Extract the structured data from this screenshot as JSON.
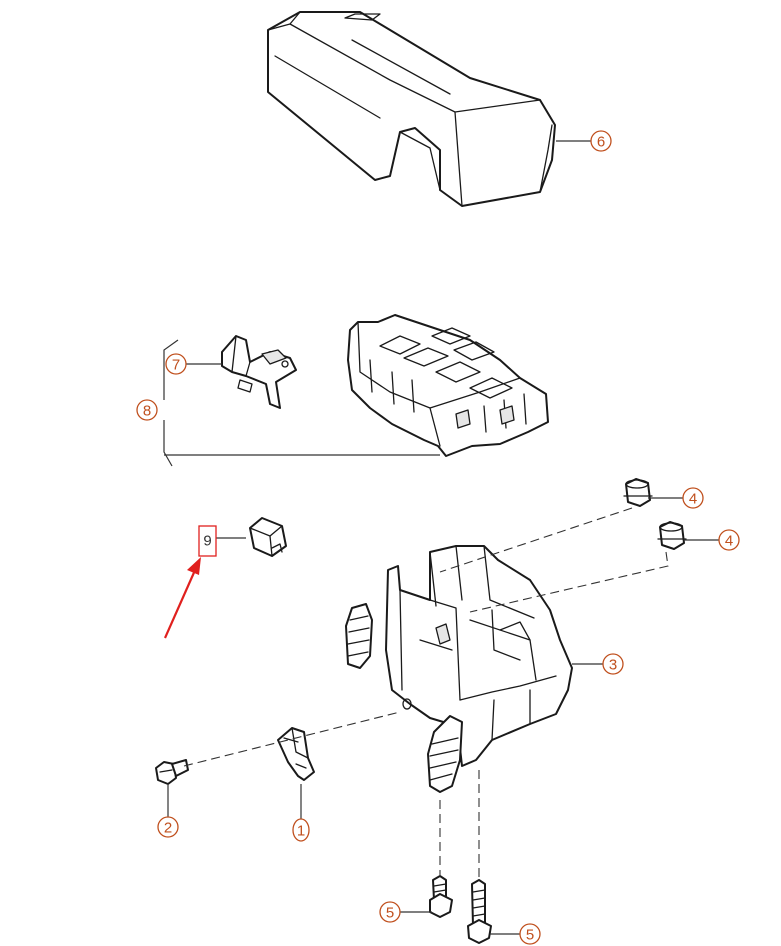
{
  "accent_color": "#c0501e",
  "highlight_color": "#e0201e",
  "callouts": {
    "c1": "1",
    "c2": "2",
    "c3": "3",
    "c4a": "4",
    "c4b": "4",
    "c5a": "5",
    "c5b": "5",
    "c6": "6",
    "c7": "7",
    "c8": "8",
    "c9": "9"
  }
}
